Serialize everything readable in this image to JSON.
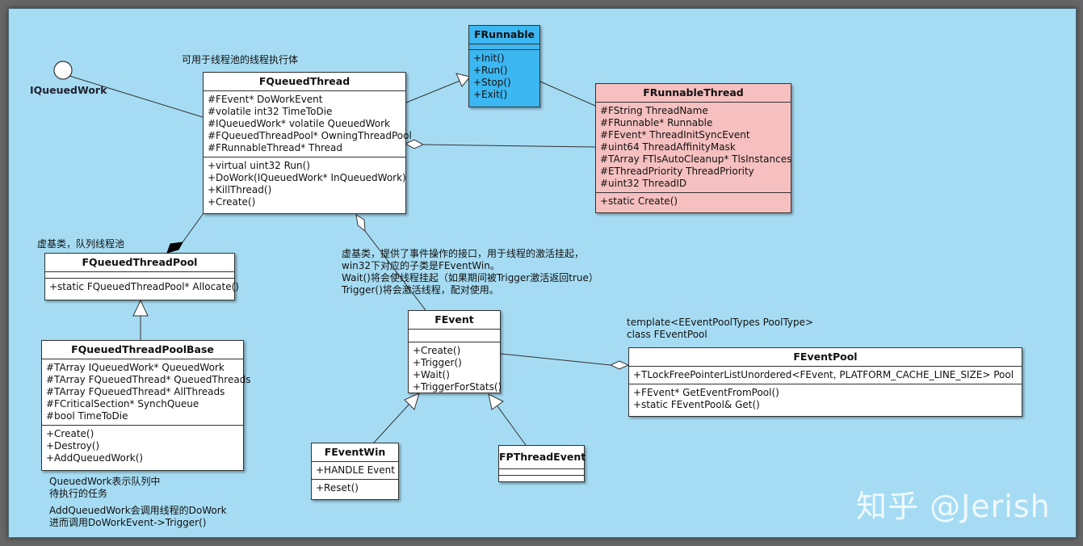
{
  "interface": {
    "name": "IQueuedWork"
  },
  "classes": {
    "frunnable": {
      "name": "FRunnable",
      "methods": [
        "+Init()",
        "+Run()",
        "+Stop()",
        "+Exit()"
      ]
    },
    "fqueuedthread": {
      "name": "FQueuedThread",
      "attributes": [
        "#FEvent* DoWorkEvent",
        "#volatile int32 TimeToDie",
        "#IQueuedWork* volatile QueuedWork",
        "#FQueuedThreadPool* OwningThreadPool",
        "#FRunnableThread* Thread"
      ],
      "methods": [
        "+virtual uint32 Run()",
        "+DoWork(IQueuedWork* InQueuedWork)",
        "+KillThread()",
        "+Create()"
      ]
    },
    "frunnablethread": {
      "name": "FRunnableThread",
      "attributes": [
        "#FString ThreadName",
        "#FRunnable* Runnable",
        "#FEvent* ThreadInitSyncEvent",
        "#uint64 ThreadAffinityMask",
        "#TArray FTlsAutoCleanup*  TlsInstances",
        "#EThreadPriority ThreadPriority",
        "#uint32 ThreadID"
      ],
      "methods": [
        "+static Create()"
      ]
    },
    "fqueuedthreadpool": {
      "name": "FQueuedThreadPool",
      "methods": [
        "+static FQueuedThreadPool* Allocate()"
      ]
    },
    "fqueuedthreadpoolbase": {
      "name": "FQueuedThreadPoolBase",
      "attributes": [
        "#TArray IQueuedWork* QueuedWork",
        "#TArray FQueuedThread* QueuedThreads",
        "#TArray FQueuedThread* AllThreads",
        "#FCriticalSection* SynchQueue",
        "#bool TimeToDie"
      ],
      "methods": [
        "+Create()",
        "+Destroy()",
        "+AddQueuedWork()"
      ]
    },
    "fevent": {
      "name": "FEvent",
      "methods": [
        "+Create()",
        "+Trigger()",
        "+Wait()",
        "+TriggerForStats()"
      ]
    },
    "feventpool": {
      "name": "FEventPool",
      "attributes": [
        "+TLockFreePointerListUnordered<FEvent, PLATFORM_CACHE_LINE_SIZE> Pool"
      ],
      "methods": [
        "+FEvent*  GetEventFromPool()",
        "+static FEventPool& Get()"
      ]
    },
    "feventwin": {
      "name": "FEventWin",
      "attributes": [
        "+HANDLE Event"
      ],
      "methods": [
        "+Reset()"
      ]
    },
    "fpthreadevent": {
      "name": "FPThreadEvent"
    }
  },
  "notes": {
    "queued_thread": "可用于线程池的线程执行体",
    "pool": "虚基类，队列线程池",
    "event": [
      "虚基类，提供了事件操作的接口，用于线程的激活挂起，",
      "win32下对应的子类是FEventWin。",
      "Wait()将会使线程挂起（如果期间被Trigger激活返回true）",
      "Trigger()将会激活线程，配对使用。"
    ],
    "template": [
      "template<EEventPoolTypes PoolType>",
      "class FEventPool"
    ],
    "queued_work": [
      "QueuedWork表示队列中",
      "待执行的任务"
    ],
    "add_work": [
      "AddQueuedWork会调用线程的DoWork",
      "进而调用DoWorkEvent->Trigger()"
    ]
  },
  "watermark": "知乎 @Jerish"
}
